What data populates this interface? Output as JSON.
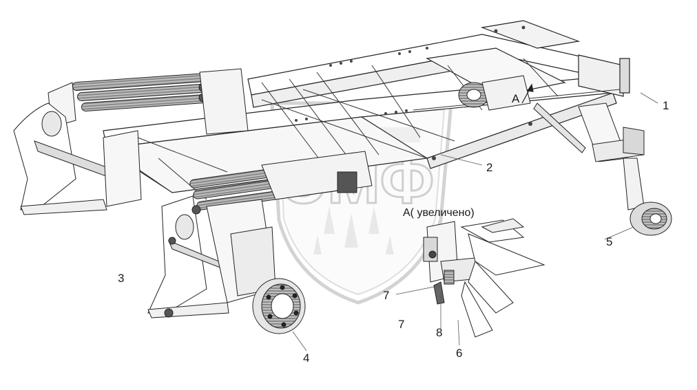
{
  "diagram": {
    "callouts": {
      "c1": "1",
      "c2": "2",
      "c3": "3",
      "c4": "4",
      "c5": "5",
      "c6": "6",
      "c7a": "7",
      "c7b": "7",
      "c8": "8",
      "detail_marker": "A"
    },
    "detail_view_label": "А( увеличено)",
    "watermark_text": "ЭМФ"
  }
}
